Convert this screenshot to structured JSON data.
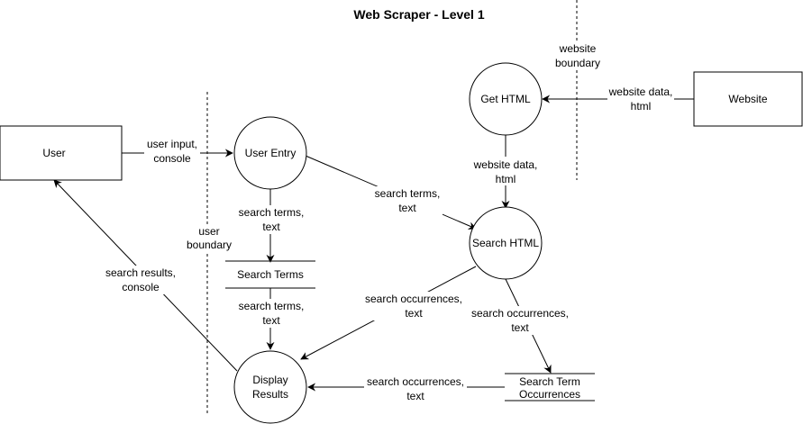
{
  "title": "Web Scraper - Level 1",
  "entities": {
    "user": "User",
    "website": "Website"
  },
  "processes": {
    "user_entry": "User Entry",
    "get_html": "Get HTML",
    "search_html": "Search HTML",
    "display_results": [
      "Display",
      "Results"
    ]
  },
  "stores": {
    "search_terms": "Search Terms",
    "search_term_occurrences": [
      "Search Term",
      "Occurrences"
    ]
  },
  "boundaries": {
    "user": [
      "user",
      "boundary"
    ],
    "website": [
      "website",
      "boundary"
    ]
  },
  "flows": {
    "user_input": [
      "user input,",
      "console"
    ],
    "website_data_in": [
      "website data,",
      "html"
    ],
    "website_data_down": [
      "website data,",
      "html"
    ],
    "search_terms_entry_to_search": [
      "search terms,",
      "text"
    ],
    "search_terms_entry_to_store": [
      "search terms,",
      "text"
    ],
    "search_terms_store_to_display": [
      "search terms,",
      "text"
    ],
    "search_results": [
      "search results,",
      "console"
    ],
    "occurrences_to_display": [
      "search occurrences,",
      "text"
    ],
    "occurrences_to_store": [
      "search occurrences,",
      "text"
    ],
    "occurrences_store_to_display": [
      "search occurrences,",
      "text"
    ]
  }
}
